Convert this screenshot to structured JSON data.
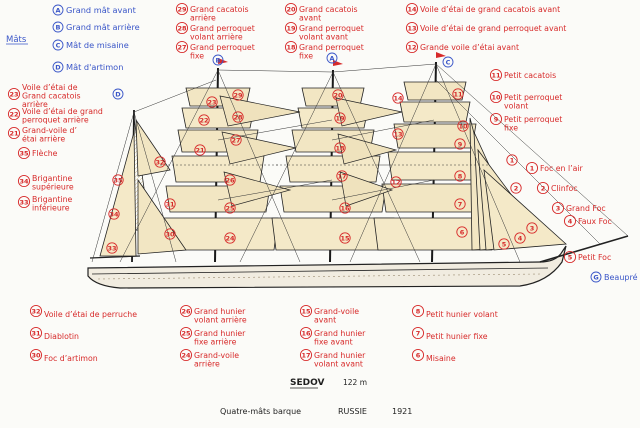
{
  "masts_heading": "Mâts",
  "masts": [
    {
      "letter": "A",
      "name": "Grand mât avant"
    },
    {
      "letter": "B",
      "name": "Grand mât arrière"
    },
    {
      "letter": "C",
      "name": "Mât de misaine"
    },
    {
      "letter": "D",
      "name": "Mât d'artimon"
    }
  ],
  "sails": [
    {
      "n": "1",
      "name": "Foc en l'air"
    },
    {
      "n": "2",
      "name": "Clinfoc"
    },
    {
      "n": "3",
      "name": "Grand Foc"
    },
    {
      "n": "4",
      "name": "Faux Foc"
    },
    {
      "n": "5",
      "name": "Petit Foc"
    },
    {
      "n": "6",
      "name": "Misaine"
    },
    {
      "n": "7",
      "name": "Petit hunier fixe"
    },
    {
      "n": "8",
      "name": "Petit hunier volant"
    },
    {
      "n": "9",
      "name": "Petit perroquet fixe"
    },
    {
      "n": "10",
      "name": "Petit perroquet volant"
    },
    {
      "n": "11",
      "name": "Petit cacatois"
    },
    {
      "n": "12",
      "name": "Grande voile d'étai avant"
    },
    {
      "n": "13",
      "name": "Voile d'étai de grand perroquet avant"
    },
    {
      "n": "14",
      "name": "Voile d'étai de grand cacatois avant"
    },
    {
      "n": "15",
      "name": "Grand-voile avant"
    },
    {
      "n": "16",
      "name": "Grand hunier fixe avant"
    },
    {
      "n": "17",
      "name": "Grand hunier volant avant"
    },
    {
      "n": "18",
      "name": "Grand perroquet fixe avant"
    },
    {
      "n": "19",
      "name": "Grand perroquet volant avant"
    },
    {
      "n": "20",
      "name": "Grand cacatois avant"
    },
    {
      "n": "21",
      "name": "Grand-voile d'étai arrière"
    },
    {
      "n": "22",
      "name": "Voile d'étai de grand perroquet arrière"
    },
    {
      "n": "23",
      "name": "Voile d'étai de Grand cacatois arrière"
    },
    {
      "n": "24",
      "name": "Grand-voile arrière"
    },
    {
      "n": "25",
      "name": "Grand hunier fixe arrière"
    },
    {
      "n": "26",
      "name": "Grand hunier volant arrière"
    },
    {
      "n": "27",
      "name": "Grand perroquet fixe arrière"
    },
    {
      "n": "28",
      "name": "Grand perroquet volant arrière"
    },
    {
      "n": "29",
      "name": "Grand cacatois arrière"
    },
    {
      "n": "30",
      "name": "Foc d'artimon"
    },
    {
      "n": "31",
      "name": "Diablotin"
    },
    {
      "n": "32",
      "name": "Voile d'étai de perruche"
    },
    {
      "n": "33",
      "name": "Brigantine inférieure"
    },
    {
      "n": "34",
      "name": "Brigantine supérieure"
    },
    {
      "n": "35",
      "name": "Flèche"
    }
  ],
  "beaupre": {
    "letter": "G",
    "name": "Beaupré"
  },
  "footer": {
    "ship_name": "SEDOV",
    "length": "122 m",
    "type": "Quatre-mâts barque",
    "country": "RUSSIE",
    "year": "1921"
  },
  "colors": {
    "mast_ink": "#3a56c8",
    "sail_ink": "#d72a2a",
    "canvas": "#f2e6c3"
  }
}
